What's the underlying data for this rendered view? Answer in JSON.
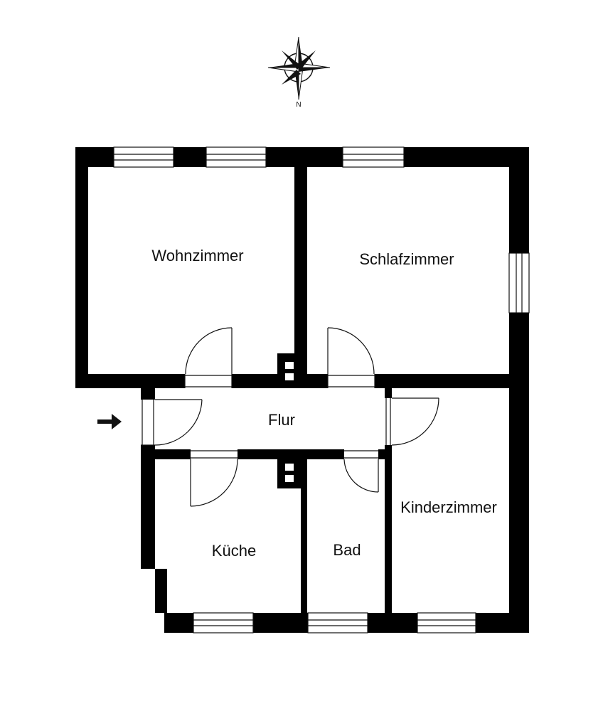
{
  "compass": {
    "north_label": "N",
    "icon": "compass-rose-icon"
  },
  "entrance": {
    "icon": "entrance-arrow-icon"
  },
  "rooms": {
    "wohnzimmer": "Wohnzimmer",
    "schlafzimmer": "Schlafzimmer",
    "flur": "Flur",
    "kueche": "Küche",
    "bad": "Bad",
    "kinderzimmer": "Kinderzimmer"
  },
  "colors": {
    "wall": "#000000",
    "background": "#ffffff",
    "line": "#111111"
  }
}
